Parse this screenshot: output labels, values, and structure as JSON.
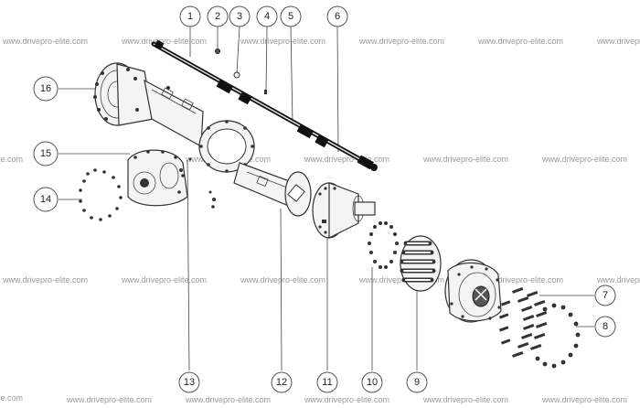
{
  "watermark": "www.drivepro-elite.com",
  "callouts": [
    "1",
    "2",
    "3",
    "4",
    "5",
    "6",
    "7",
    "8",
    "9",
    "10",
    "11",
    "12",
    "13",
    "14",
    "15",
    "16"
  ]
}
